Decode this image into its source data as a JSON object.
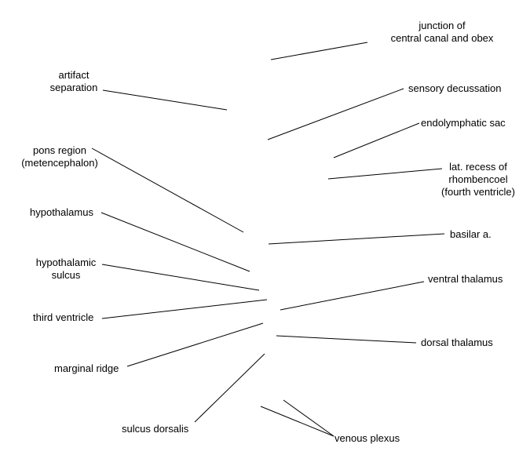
{
  "labels": {
    "junction": [
      "junction of",
      "central canal and obex"
    ],
    "artifact": [
      "artifact",
      "separation"
    ],
    "sensory": [
      "sensory decussation"
    ],
    "endolymphatic": [
      "endolymphatic sac"
    ],
    "pons": [
      "pons region",
      "(metencephalon)"
    ],
    "lat_recess": [
      "lat. recess of",
      "rhombencoel",
      "(fourth ventricle)"
    ],
    "hypothalamus": [
      "hypothalamus"
    ],
    "basilar": [
      "basilar a."
    ],
    "hypo_sulcus": [
      "hypothalamic",
      "sulcus"
    ],
    "ventral_thal": [
      "ventral thalamus"
    ],
    "third_vent": [
      "third ventricle"
    ],
    "dorsal_thal": [
      "dorsal thalamus"
    ],
    "marginal": [
      "marginal ridge"
    ],
    "sulcus_dors": [
      "sulcus dorsalis"
    ],
    "venous": [
      "venous plexus"
    ]
  }
}
